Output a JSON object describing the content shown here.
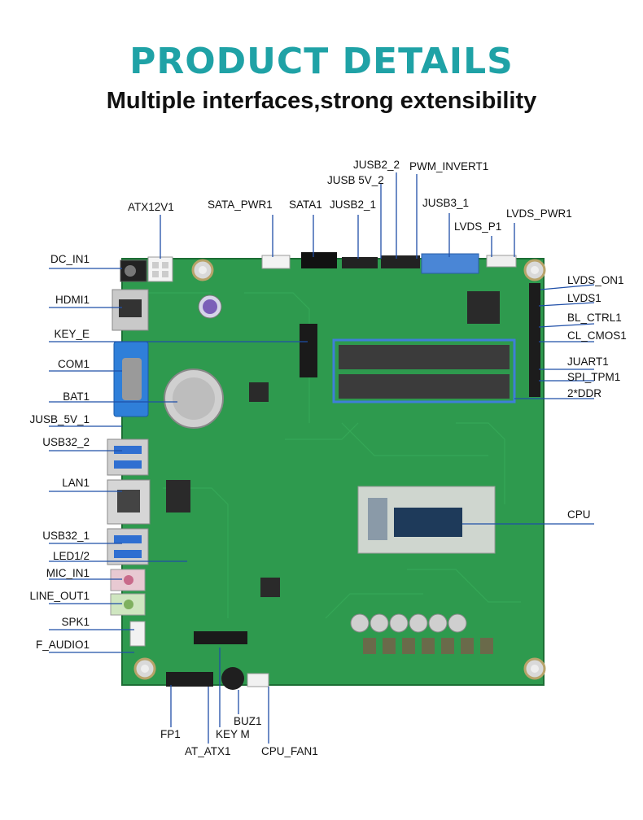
{
  "header": {
    "title": "PRODUCT DETAILS",
    "subtitle": "Multiple interfaces,strong extensibility"
  },
  "colors": {
    "title": "#1fa2a6",
    "pcb": "#2e9a4e",
    "callout_line": "#1f4fa8",
    "ddr_highlight": "#3f7fd8"
  },
  "labels": {
    "dc_in1": "DC_IN1",
    "hdmi1": "HDMI1",
    "key_e": "KEY_E",
    "com1": "COM1",
    "bat1": "BAT1",
    "jusb_5v_1": "JUSB_5V_1",
    "usb32_2": "USB32_2",
    "lan1": "LAN1",
    "usb32_1": "USB32_1",
    "led1_2": "LED1/2",
    "mic_in1": "MIC_IN1",
    "line_out1": "LINE_OUT1",
    "spk1": "SPK1",
    "f_audio1": "F_AUDIO1",
    "atx12v1": "ATX12V1",
    "sata_pwr1": "SATA_PWR1",
    "sata1": "SATA1",
    "jusb2_1": "JUSB2_1",
    "jusb_5v_2": "JUSB 5V_2",
    "jusb2_2": "JUSB2_2",
    "pwm_invert1": "PWM_INVERT1",
    "jusb3_1": "JUSB3_1",
    "lvds_p1": "LVDS_P1",
    "lvds_pwr1": "LVDS_PWR1",
    "lvds_on1": "LVDS_ON1",
    "lvds1": "LVDS1",
    "bl_ctrl1": "BL_CTRL1",
    "cl_cmos1": "CL_CMOS1",
    "juart1": "JUART1",
    "spi_tpm1": "SPI_TPM1",
    "ddr": "2*DDR",
    "cpu": "CPU",
    "fp1": "FP1",
    "at_atx1": "AT_ATX1",
    "key_m": "KEY M",
    "buz1": "BUZ1",
    "cpu_fan1": "CPU_FAN1"
  }
}
